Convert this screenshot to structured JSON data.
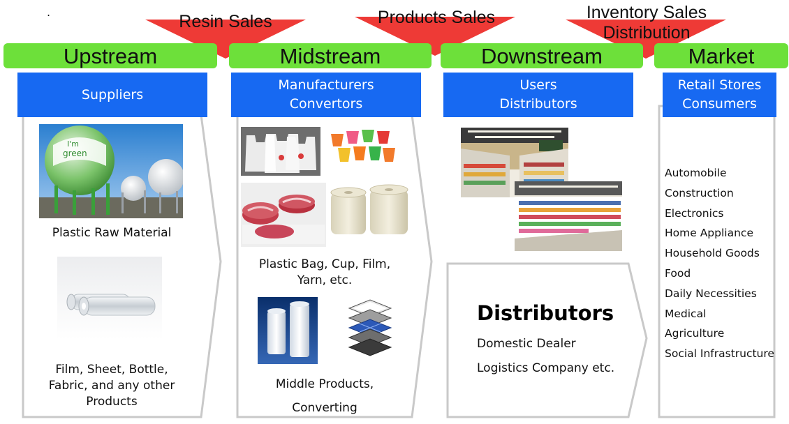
{
  "dot": ".",
  "arrows": {
    "resin_sales": "Resin Sales",
    "products_sales": "Products Sales",
    "inventory_sales_line1": "Inventory Sales",
    "inventory_sales_line2": "Distribution"
  },
  "stages": {
    "upstream": "Upstream",
    "midstream": "Midstream",
    "downstream": "Downstream",
    "market": "Market"
  },
  "roles": {
    "suppliers": "Suppliers",
    "manufacturers_line1": "Manufacturers",
    "manufacturers_line2": "Convertors",
    "users_line1": "Users",
    "users_line2": "Distributors",
    "retail_line1": "Retail Stores",
    "retail_line2": "Consumers"
  },
  "upstream": {
    "caption1": "Plastic Raw Material",
    "caption2_line1": "Film, Sheet, Bottle,",
    "caption2_line2": "Fabric, and any other",
    "caption2_line3": "Products",
    "tank_text1": "I'm",
    "tank_text2": "green"
  },
  "midstream": {
    "caption1_line1": "Plastic Bag, Cup, Film,",
    "caption1_line2": "Yarn, etc.",
    "caption2_line1": "Middle Products,",
    "caption2_line2": "Converting"
  },
  "downstream": {
    "distributors_title": "Distributors",
    "line1": "Domestic Dealer",
    "line2": "Logistics Company etc."
  },
  "market": {
    "items": [
      "Automobile",
      "Construction",
      "Electronics",
      "Home Appliance",
      "Household Goods",
      "Food",
      "Daily Necessities",
      "Medical",
      "Agriculture",
      "Social Infrastructure"
    ]
  },
  "colors": {
    "stage_green": "#6de03a",
    "role_blue": "#1769f2",
    "arrow_red": "#ee3a36"
  }
}
